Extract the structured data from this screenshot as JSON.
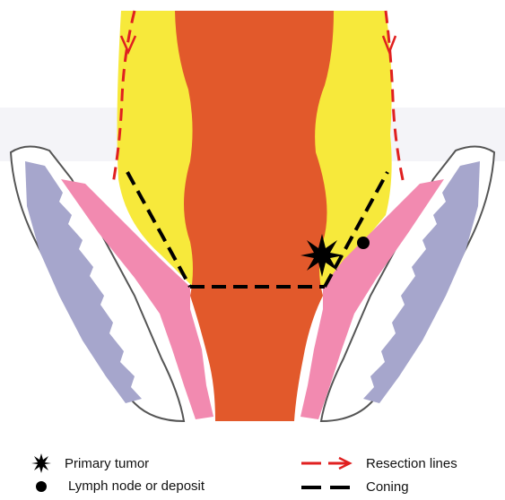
{
  "diagram": {
    "colors": {
      "rectum": "#E2592B",
      "mesorectum": "#F7E93B",
      "levator_muscle": "#F28AB0",
      "pelvic_bone": "#A6A6CC",
      "resection_line": "#E02020",
      "coning_line": "#000000"
    }
  },
  "legend": {
    "primary_tumor": {
      "label": "Primary tumor",
      "icon": "star-burst-icon"
    },
    "lymph_node": {
      "label": "Lymph node or deposit",
      "icon": "filled-circle-icon"
    },
    "resection_lines": {
      "label": "Resection lines",
      "icon": "red-dashed-arrow-icon"
    },
    "coning": {
      "label": "Coning",
      "icon": "black-dashed-line-icon"
    }
  }
}
